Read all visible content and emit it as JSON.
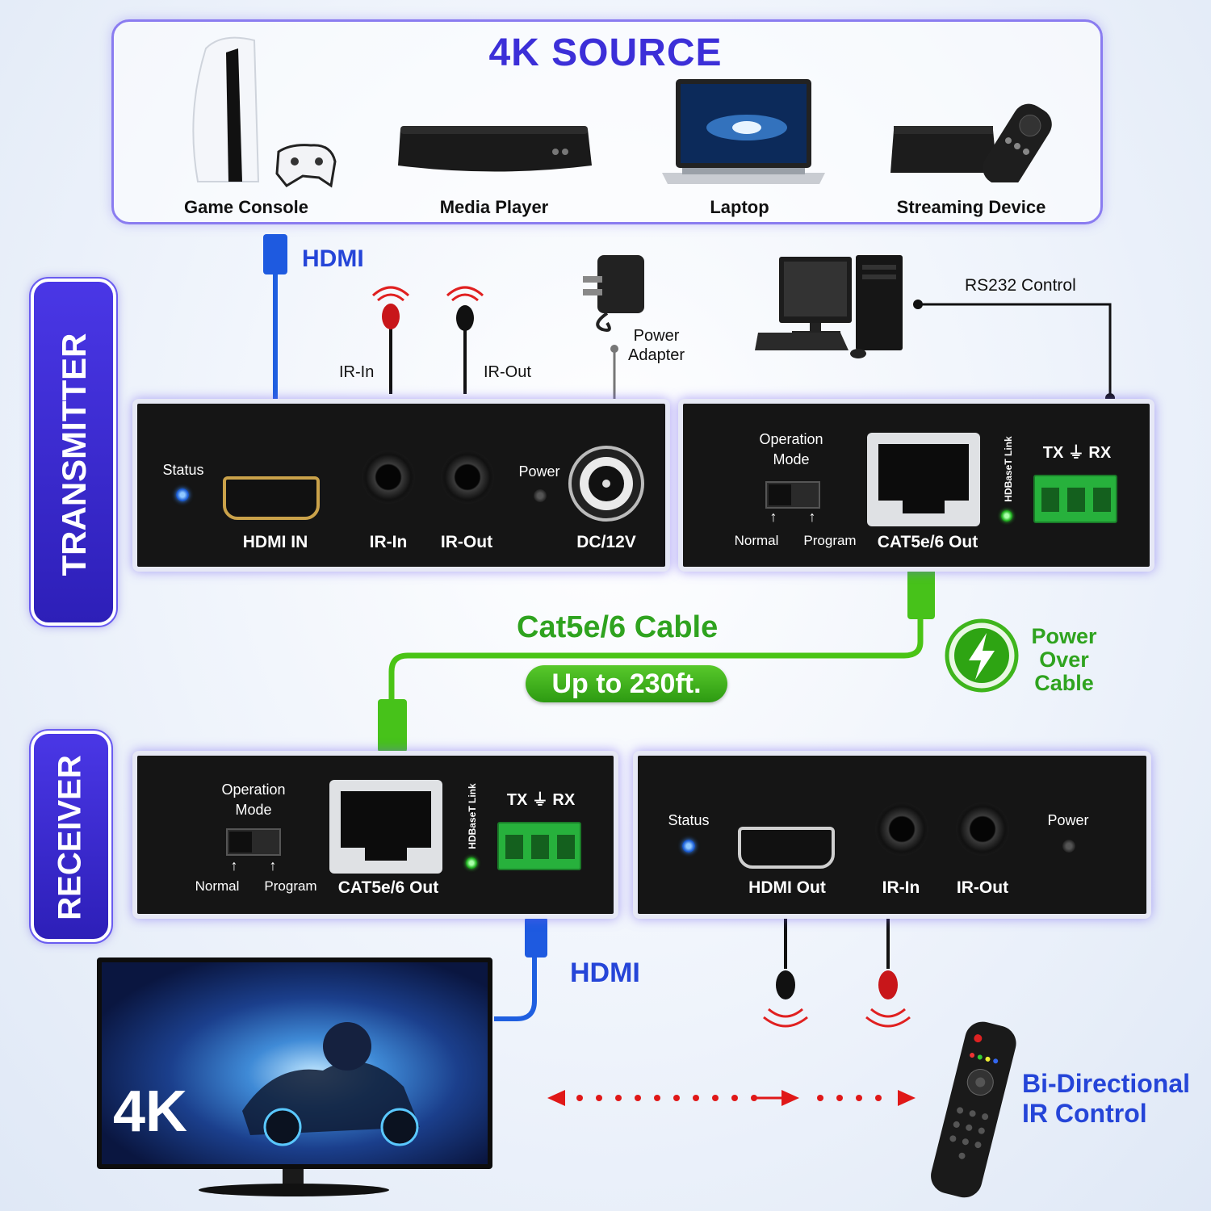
{
  "source": {
    "title": "4K SOURCE",
    "devices": [
      "Game Console",
      "Media Player",
      "Laptop",
      "Streaming Device"
    ]
  },
  "side_tabs": {
    "transmitter": "TRANSMITTER",
    "receiver": "RECEIVER"
  },
  "cables": {
    "hdmi_top": "HDMI",
    "hdmi_bottom": "HDMI",
    "ir_in": "IR-In",
    "ir_out": "IR-Out",
    "power_adapter": "Power\nAdapter",
    "rs232": "RS232 Control",
    "cat_title": "Cat5e/6 Cable",
    "cat_length": "Up to 230ft.",
    "poc": [
      "Power",
      "Over",
      "Cable"
    ]
  },
  "tx_front": {
    "status": "Status",
    "hdmi_in": "HDMI IN",
    "ir_in": "IR-In",
    "ir_out": "IR-Out",
    "power": "Power",
    "dc": "DC/12V"
  },
  "tx_rear": {
    "op1": "Operation",
    "op2": "Mode",
    "normal": "Normal",
    "program": "Program",
    "cat": "CAT5e/6 Out",
    "link": "HDBaseT Link",
    "txrx": "TX ⏚ RX"
  },
  "rx_rear": {
    "op1": "Operation",
    "op2": "Mode",
    "normal": "Normal",
    "program": "Program",
    "cat": "CAT5e/6 Out",
    "link": "HDBaseT Link",
    "txrx": "TX ⏚ RX"
  },
  "rx_front": {
    "status": "Status",
    "hdmi_out": "HDMI Out",
    "ir_in": "IR-In",
    "ir_out": "IR-Out",
    "power": "Power"
  },
  "tv": {
    "badge": "4K"
  },
  "bi_ir": [
    "Bi-Directional",
    "IR Control"
  ],
  "colors": {
    "accent": "#3c2fd8",
    "hdmi_blue": "#2545d8",
    "cable_green": "#2fa31f",
    "ir_red": "#d42020"
  },
  "icons": [
    "game-console-icon",
    "media-player-icon",
    "laptop-icon",
    "streaming-device-icon",
    "desktop-pc-icon",
    "power-adapter-icon",
    "lightning-icon",
    "tv-icon",
    "remote-control-icon"
  ]
}
